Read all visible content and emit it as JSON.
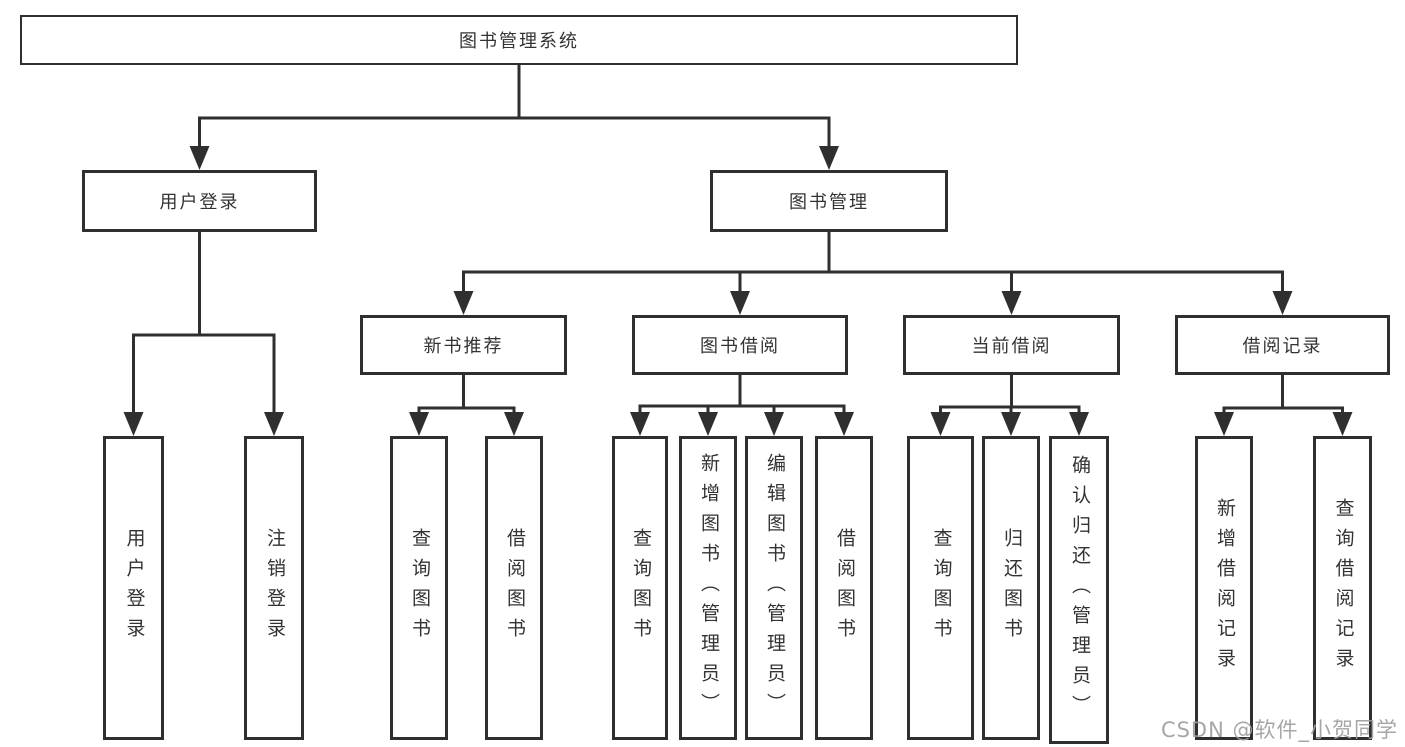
{
  "diagram_type": "tree",
  "tree": {
    "label": "图书管理系统",
    "children": [
      {
        "label": "用户登录",
        "children": [
          {
            "label": "用户登录"
          },
          {
            "label": "注销登录"
          }
        ]
      },
      {
        "label": "图书管理",
        "children": [
          {
            "label": "新书推荐",
            "children": [
              {
                "label": "查询图书"
              },
              {
                "label": "借阅图书"
              }
            ]
          },
          {
            "label": "图书借阅",
            "children": [
              {
                "label": "查询图书"
              },
              {
                "label": "新增图书（管理员）"
              },
              {
                "label": "编辑图书（管理员）"
              },
              {
                "label": "借阅图书"
              }
            ]
          },
          {
            "label": "当前借阅",
            "children": [
              {
                "label": "查询图书"
              },
              {
                "label": "归还图书"
              },
              {
                "label": "确认归还（管理员）"
              }
            ]
          },
          {
            "label": "借阅记录",
            "children": [
              {
                "label": "新增借阅记录"
              },
              {
                "label": "查询借阅记录"
              }
            ]
          }
        ]
      }
    ]
  },
  "watermark": "CSDN @软件_小贺同学",
  "colors": {
    "line": "#2f2f2f",
    "text": "#333333",
    "background": "#ffffff",
    "watermark": "#9e9e9e"
  }
}
